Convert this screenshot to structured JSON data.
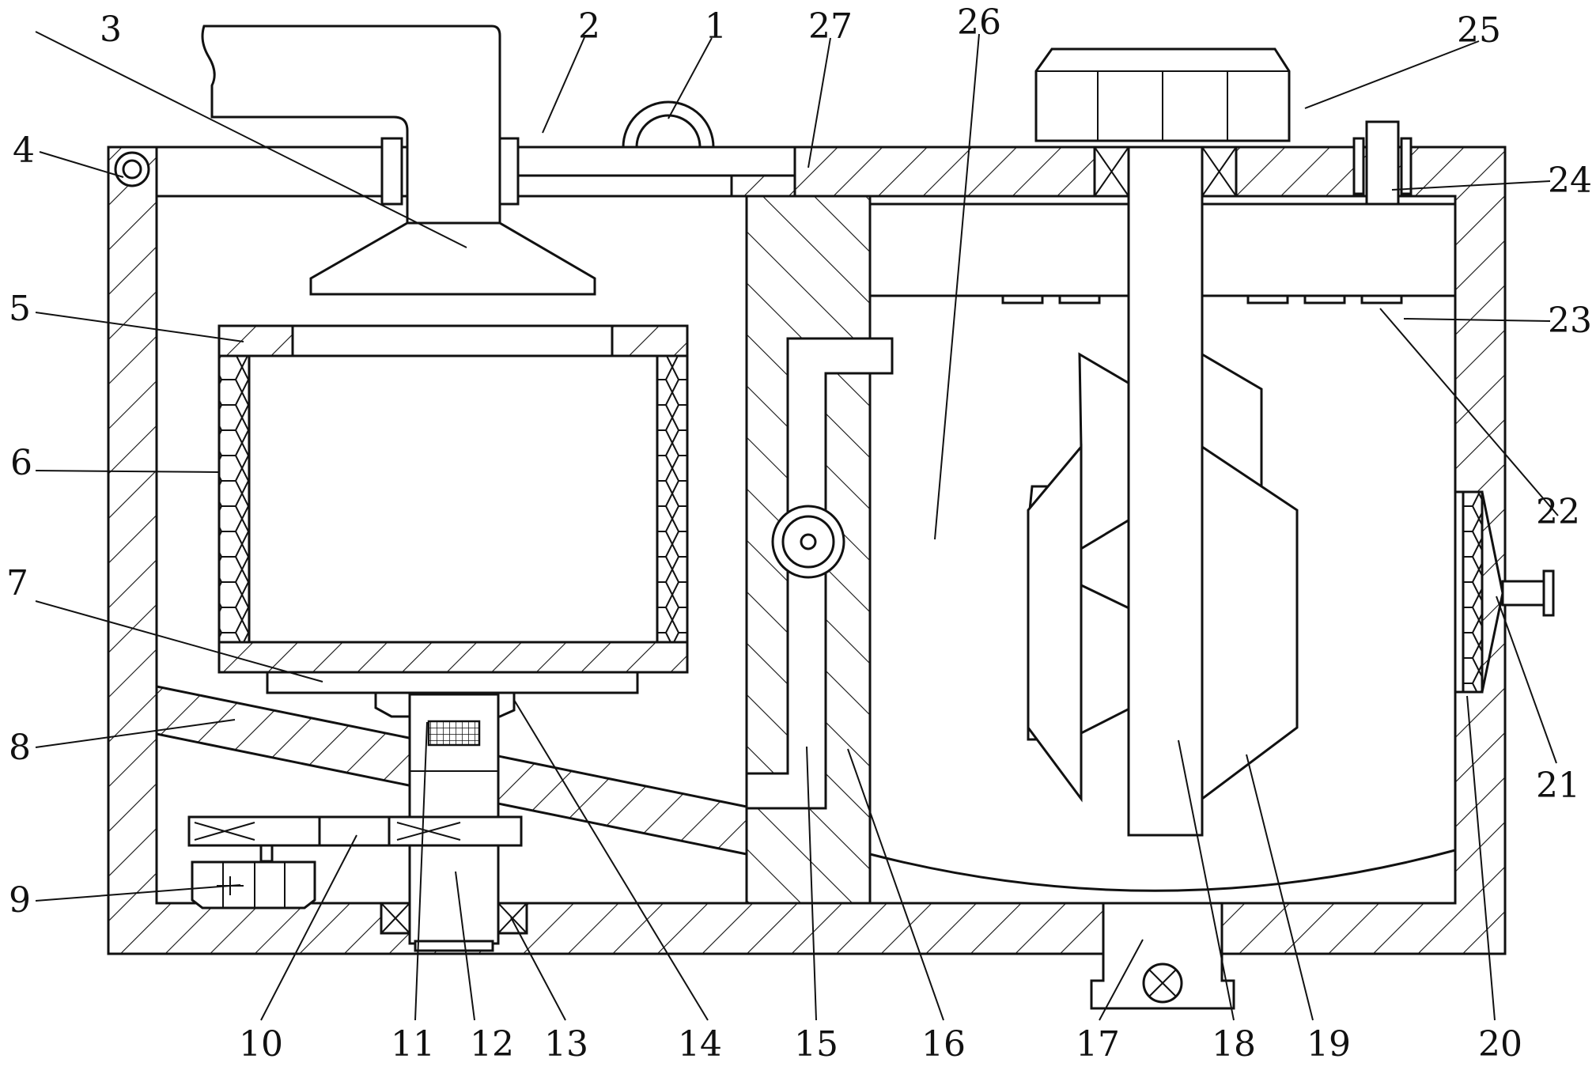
{
  "figure": {
    "labels": [
      {
        "id": "1",
        "text": "1"
      },
      {
        "id": "2",
        "text": "2"
      },
      {
        "id": "3",
        "text": "3"
      },
      {
        "id": "4",
        "text": "4"
      },
      {
        "id": "5",
        "text": "5"
      },
      {
        "id": "6",
        "text": "6"
      },
      {
        "id": "7",
        "text": "7"
      },
      {
        "id": "8",
        "text": "8"
      },
      {
        "id": "9",
        "text": "9"
      },
      {
        "id": "10",
        "text": "10"
      },
      {
        "id": "11",
        "text": "11"
      },
      {
        "id": "12",
        "text": "12"
      },
      {
        "id": "13",
        "text": "13"
      },
      {
        "id": "14",
        "text": "14"
      },
      {
        "id": "15",
        "text": "15"
      },
      {
        "id": "16",
        "text": "16"
      },
      {
        "id": "17",
        "text": "17"
      },
      {
        "id": "18",
        "text": "18"
      },
      {
        "id": "19",
        "text": "19"
      },
      {
        "id": "20",
        "text": "20"
      },
      {
        "id": "21",
        "text": "21"
      },
      {
        "id": "22",
        "text": "22"
      },
      {
        "id": "23",
        "text": "23"
      },
      {
        "id": "24",
        "text": "24"
      },
      {
        "id": "25",
        "text": "25"
      },
      {
        "id": "26",
        "text": "26"
      },
      {
        "id": "27",
        "text": "27"
      }
    ]
  }
}
